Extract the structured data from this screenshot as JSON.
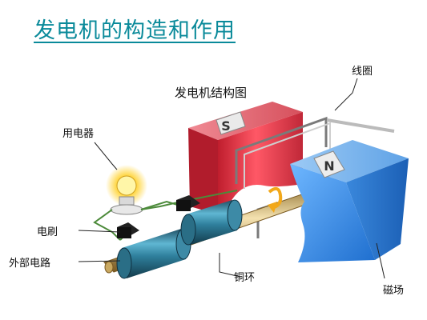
{
  "page_title": "发电机的构造和作用",
  "diagram": {
    "caption": "发电机结构图",
    "labels": {
      "coil": "线圈",
      "appliance": "用电器",
      "brush": "电刷",
      "external_circuit": "外部电路",
      "copper_ring": "铜环",
      "magnet": "磁场"
    },
    "poles": {
      "south": "S",
      "north": "N"
    }
  },
  "colors": {
    "title": "#0a8a9a",
    "south_pole": "#e23a4a",
    "north_pole": "#2f86e6",
    "ring": "#2a6e86",
    "wire": "#4c8a3a"
  }
}
